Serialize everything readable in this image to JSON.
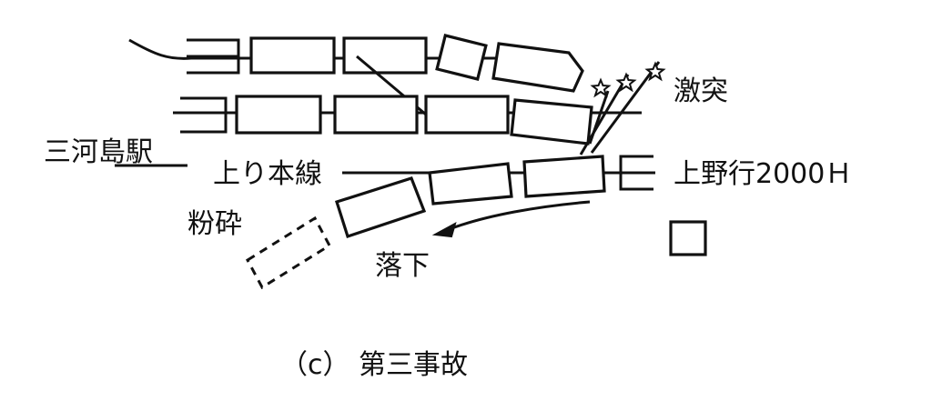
{
  "labels": {
    "collision": "激突",
    "station": "三河島駅",
    "up_main_line": "上り本線",
    "up_ueno_train": "上野行2000Ｈ",
    "shattered": "粉砕",
    "fall": "落下"
  },
  "caption": "（c） 第三事故"
}
